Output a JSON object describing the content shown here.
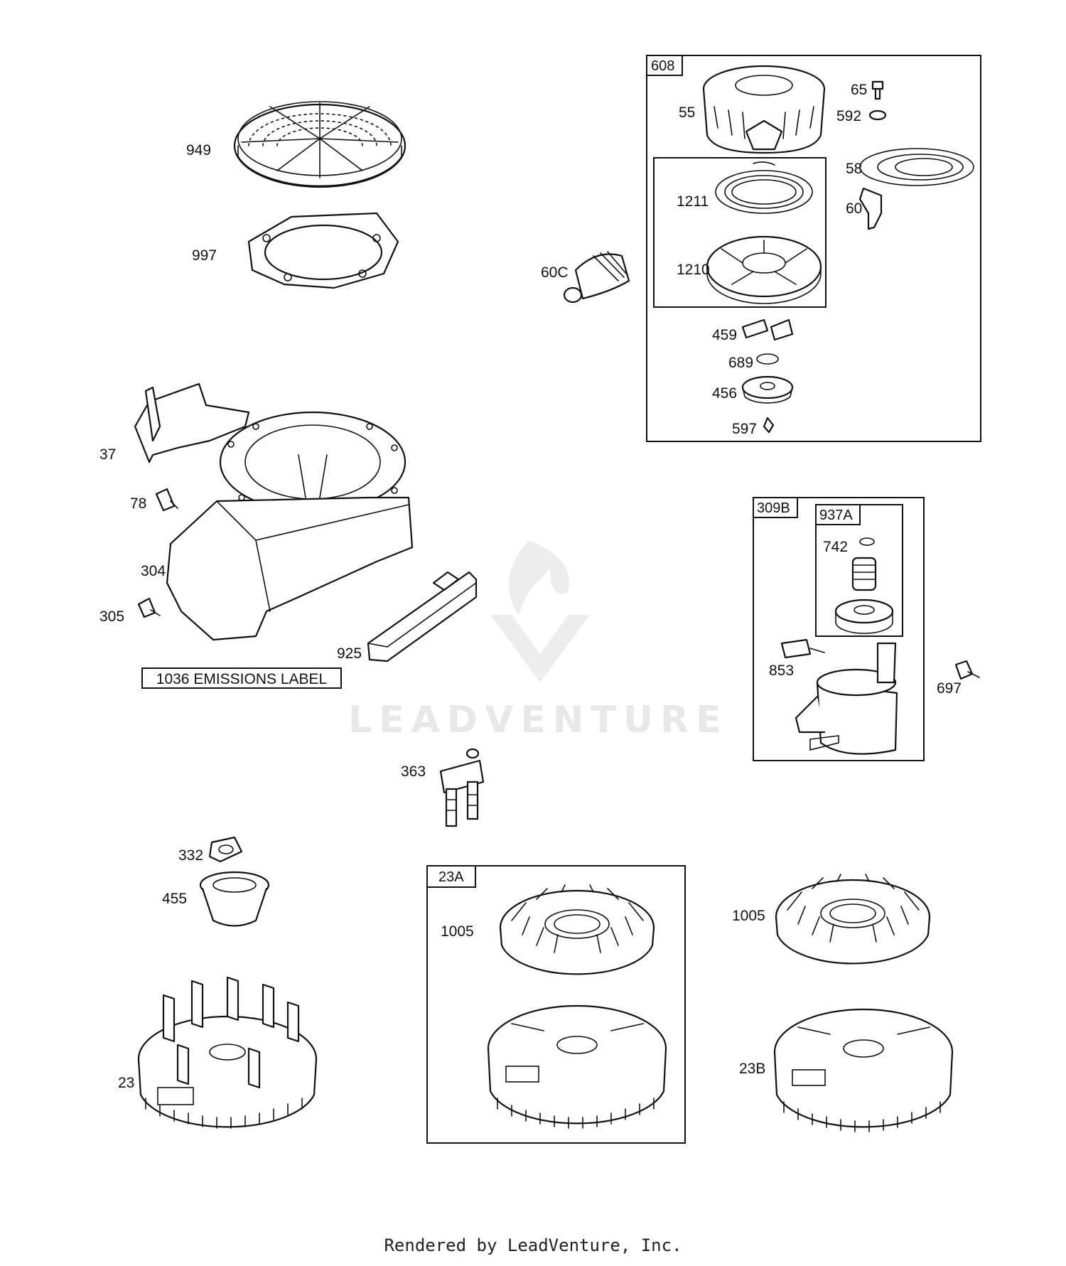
{
  "labels": {
    "p949": "949",
    "p997": "997",
    "p608": "608",
    "p55": "55",
    "p65": "65",
    "p592": "592",
    "p58": "58",
    "p60": "60",
    "p1211": "1211",
    "p1210": "1210",
    "p60c": "60C",
    "p459": "459",
    "p689": "689",
    "p456": "456",
    "p597": "597",
    "p37": "37",
    "p78": "78",
    "p304": "304",
    "p305": "305",
    "p925": "925",
    "p309b": "309B",
    "p937a": "937A",
    "p742": "742",
    "p853": "853",
    "p697": "697",
    "p363": "363",
    "p332": "332",
    "p455": "455",
    "p23": "23",
    "p23a": "23A",
    "p1005a": "1005",
    "p1005b": "1005",
    "p23b": "23B"
  },
  "emissions_label": "1036 EMISSIONS LABEL",
  "footer_text": "Rendered by LeadVenture, Inc.",
  "watermark_text": "LEADVENTURE",
  "colors": {
    "line": "#111111",
    "watermark": "#e6e6e6",
    "background": "#ffffff"
  }
}
